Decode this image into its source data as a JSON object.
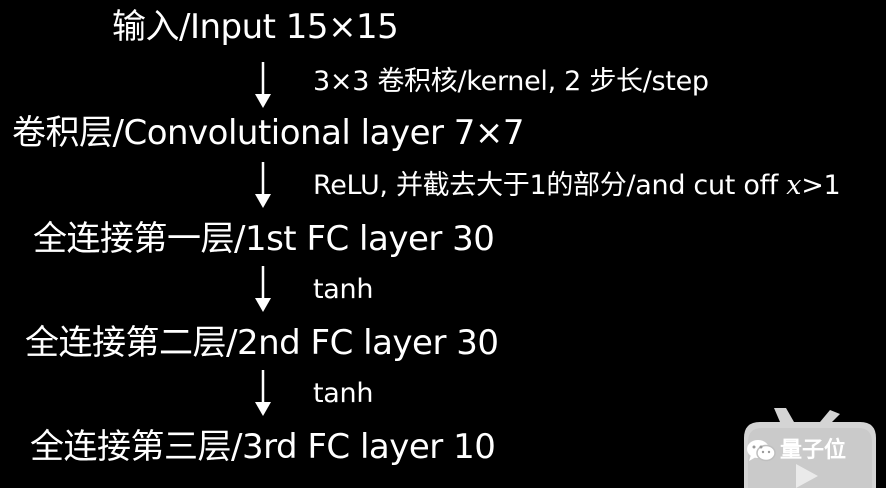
{
  "diagram": {
    "layers": [
      {
        "id": "input",
        "label": "输入/Input 15×15"
      },
      {
        "id": "conv",
        "label": "卷积层/Convolutional layer 7×7"
      },
      {
        "id": "fc1",
        "label": "全连接第一层/1st FC layer 30"
      },
      {
        "id": "fc2",
        "label": "全连接第二层/2nd FC layer 30"
      },
      {
        "id": "fc3",
        "label": "全连接第三层/3rd FC layer 10"
      }
    ],
    "operations": [
      {
        "id": "op1",
        "label": "3×3 卷积核/kernel, 2 步长/step"
      },
      {
        "id": "op2",
        "label_prefix": "ReLU, 并截去大于1的部分/and cut off ",
        "label_var": "x",
        "label_suffix": ">1"
      },
      {
        "id": "op3",
        "label": "tanh"
      },
      {
        "id": "op4",
        "label": "tanh"
      }
    ]
  },
  "watermark": {
    "text": "量子位",
    "icon": "wechat-icon"
  },
  "colors": {
    "background": "#000000",
    "text": "#ffffff",
    "watermark_bg": "#d9d9d9"
  }
}
